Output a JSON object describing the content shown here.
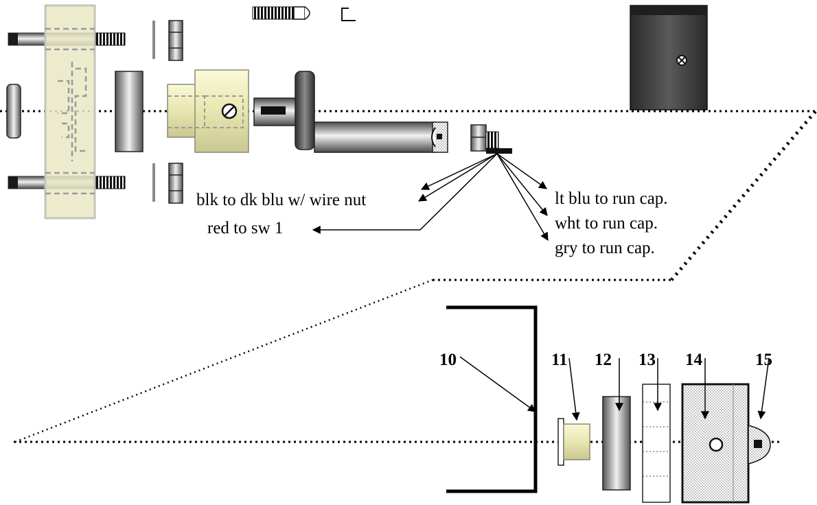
{
  "colors": {
    "housing_fill": "#e9e7c4",
    "housing_stroke": "#c8c8c0",
    "bushing_fill": "#f3f1c0",
    "dashed_hidden": "#9a9a9a",
    "cover_dark": "#3f3f3f",
    "line": "#000000"
  },
  "wire_labels": {
    "blk": "blk to dk blu w/ wire nut",
    "red": "red to  sw 1",
    "lt_blu": "lt blu to run cap.",
    "wht": "wht to run cap.",
    "gry": "gry to run cap."
  },
  "part_numbers": {
    "p10": "10",
    "p11": "11",
    "p12": "12",
    "p13": "13",
    "p14": "14",
    "p15": "15"
  }
}
